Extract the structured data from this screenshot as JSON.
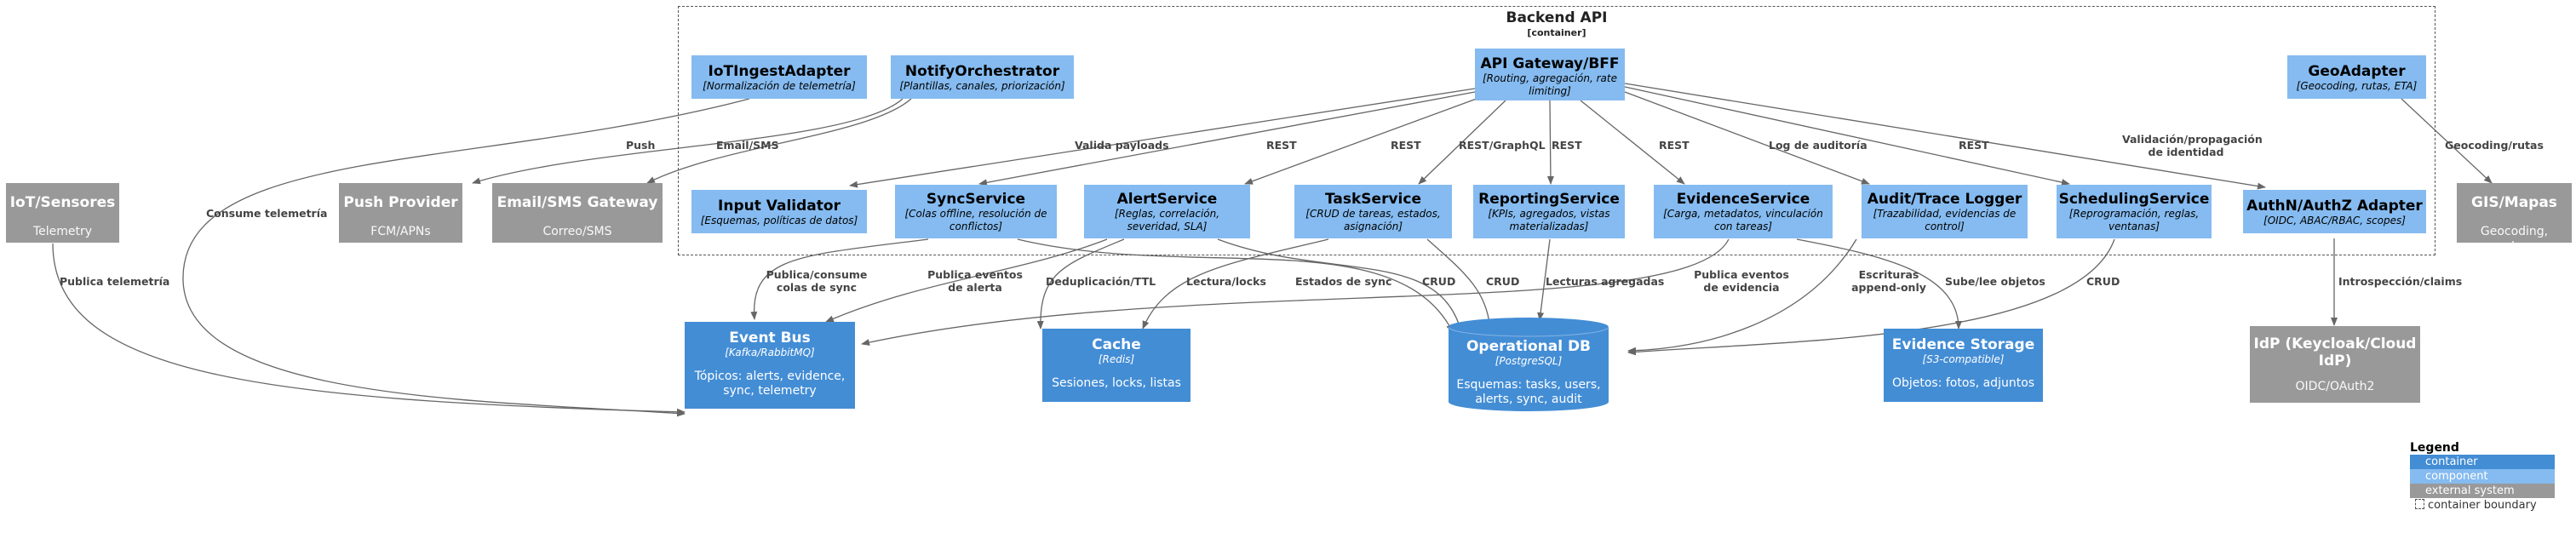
{
  "boundary": {
    "title": "Backend API",
    "subtitle": "[container]"
  },
  "nodes": {
    "iot": {
      "title": "IoT/Sensores",
      "desc": "Telemetry"
    },
    "push": {
      "title": "Push Provider",
      "desc": "FCM/APNs"
    },
    "email": {
      "title": "Email/SMS Gateway",
      "desc": "Correo/SMS"
    },
    "gis": {
      "title": "GIS/Mapas",
      "desc": "Geocoding, rutas"
    },
    "idp": {
      "title": "IdP (Keycloak/Cloud IdP)",
      "desc": "OIDC/OAuth2"
    },
    "iotingest": {
      "title": "IoTIngestAdapter",
      "tech": "[Normalización de telemetría]"
    },
    "notify": {
      "title": "NotifyOrchestrator",
      "tech": "[Plantillas, canales, priorización]"
    },
    "gateway": {
      "title": "API Gateway/BFF",
      "tech": "[Routing, agregación, rate limiting]"
    },
    "geo": {
      "title": "GeoAdapter",
      "tech": "[Geocoding, rutas, ETA]"
    },
    "validator": {
      "title": "Input Validator",
      "tech": "[Esquemas, políticas de datos]"
    },
    "sync": {
      "title": "SyncService",
      "tech": "[Colas offline, resolución de conflictos]"
    },
    "alert": {
      "title": "AlertService",
      "tech": "[Reglas, correlación, severidad, SLA]"
    },
    "task": {
      "title": "TaskService",
      "tech": "[CRUD de tareas, estados, asignación]"
    },
    "reporting": {
      "title": "ReportingService",
      "tech": "[KPIs, agregados, vistas materializadas]"
    },
    "evidence": {
      "title": "EvidenceService",
      "tech": "[Carga, metadatos, vinculación con tareas]"
    },
    "audit": {
      "title": "Audit/Trace Logger",
      "tech": "[Trazabilidad, evidencias de control]"
    },
    "scheduling": {
      "title": "SchedulingService",
      "tech": "[Reprogramación, reglas, ventanas]"
    },
    "authn": {
      "title": "AuthN/AuthZ Adapter",
      "tech": "[OIDC, ABAC/RBAC, scopes]"
    },
    "eventbus": {
      "title": "Event Bus",
      "tech": "[Kafka/RabbitMQ]",
      "desc": "Tópicos: alerts, evidence, sync, telemetry"
    },
    "cache": {
      "title": "Cache",
      "tech": "[Redis]",
      "desc": "Sesiones, locks, listas"
    },
    "opdb": {
      "title": "Operational DB",
      "tech": "[PostgreSQL]",
      "desc": "Esquemas: tasks, users, alerts, sync, audit"
    },
    "storage": {
      "title": "Evidence Storage",
      "tech": "[S3-compatible]",
      "desc": "Objetos: fotos, adjuntos"
    }
  },
  "edge_labels": {
    "iot_eventbus": "Publica telemetría",
    "iotingest_eventbus": "Consume telemetría",
    "notify_push": "Push",
    "notify_email": "Email/SMS",
    "gw_validator": "Valida payloads",
    "gw_sync": "REST",
    "gw_alert": "REST",
    "gw_task": "REST/GraphQL",
    "gw_reporting": "REST",
    "gw_evidence": "REST",
    "gw_audit": "Log de auditoría",
    "gw_scheduling": "REST",
    "gw_authn": "Validación/propagación de identidad",
    "geo_gis": "Geocoding/rutas",
    "authn_idp": "Introspección/claims",
    "sync_eventbus": "Publica/consume colas de sync",
    "alert_eventbus": "Publica eventos de alerta",
    "alert_cache": "Deduplicación/TTL",
    "task_cache": "Lectura/locks",
    "sync_opdb": "Estados de sync",
    "alert_opdb": "CRUD",
    "task_opdb": "CRUD",
    "reporting_opdb": "Lecturas agregadas",
    "evidence_eventbus": "Publica eventos de evidencia",
    "audit_opdb": "Escrituras append-only",
    "evidence_storage": "Sube/lee objetos",
    "scheduling_opdb": "CRUD"
  },
  "legend": {
    "title": "Legend",
    "items": [
      {
        "label": "container",
        "color": "#438dd5"
      },
      {
        "label": "component",
        "color": "#85bbf0"
      },
      {
        "label": "external system",
        "color": "#999999"
      }
    ],
    "boundary_label": "container boundary"
  },
  "colors": {
    "container": "#438dd5",
    "component": "#85bbf0",
    "external": "#999999",
    "edge": "#666666"
  }
}
